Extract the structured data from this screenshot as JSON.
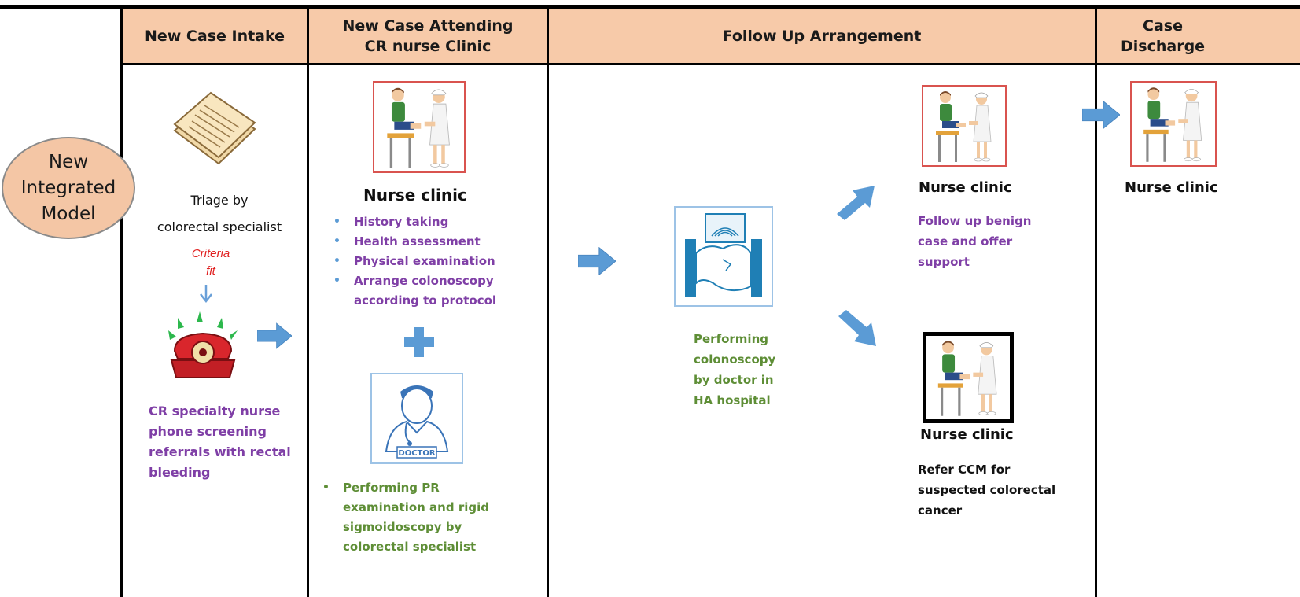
{
  "headers": [
    {
      "id": "intake",
      "label": "New Case Intake"
    },
    {
      "id": "attending",
      "label": "New Case Attending\nCR nurse Clinic"
    },
    {
      "id": "followup",
      "label": "Follow Up Arrangement"
    },
    {
      "id": "discharge",
      "label": "Case\nDischarge"
    }
  ],
  "model_label": "New\nIntegrated\nModel",
  "intake": {
    "triage_text": "Triage by\ncolorectal specialist",
    "criteria_text": "Criteria\nfit",
    "phone_text": "CR specialty nurse\nphone screening\nreferrals with rectal\nbleeding"
  },
  "attending": {
    "title": "Nurse clinic",
    "items": [
      "History taking",
      "Health assessment",
      "Physical examination",
      "Arrange colonoscopy\naccording to protocol"
    ],
    "doctor_badge": "DOCTOR",
    "doctor_items": [
      "Performing PR\nexamination and rigid\nsigmoidoscopy by\ncolorectal specialist"
    ]
  },
  "followup": {
    "colonoscopy_text": "Performing\ncolonoscopy\nby doctor in\nHA hospital",
    "benign_title": "Nurse clinic",
    "benign_text": "Follow up benign\ncase  and offer\nsupport",
    "refer_title": "Nurse clinic",
    "refer_text": "Refer CCM for\nsuspected colorectal\ncancer"
  },
  "discharge": {
    "title": "Nurse clinic"
  },
  "colors": {
    "header_bg": "#f7caa9",
    "oval_bg": "#f4c6a5",
    "arrow": "#5b9bd5",
    "purple_text": "#7f3fa6",
    "green_text": "#5e8e36",
    "criteria_text": "#e02020"
  }
}
